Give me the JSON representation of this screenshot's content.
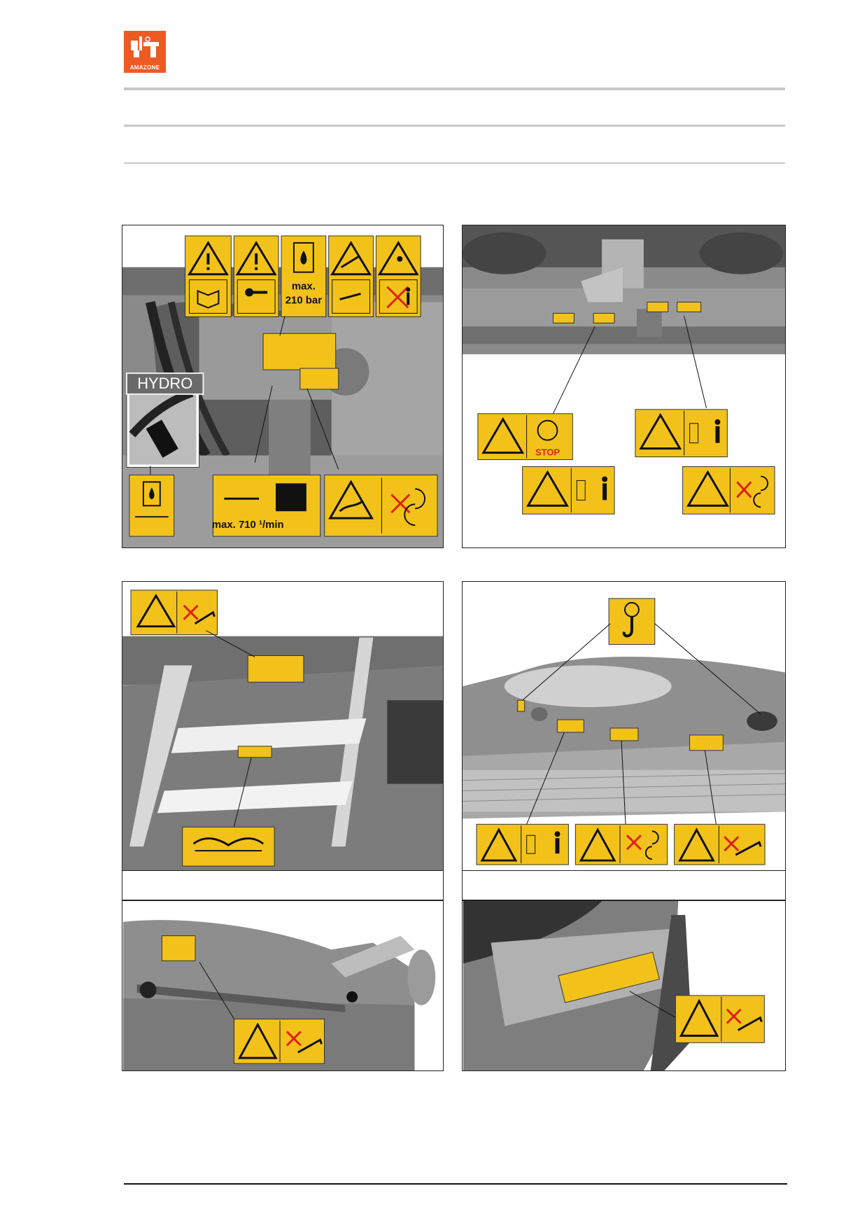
{
  "logo": {
    "brand": "AMAZONE",
    "color": "#ee5a24"
  },
  "panel_a": {
    "labels": {
      "pressure_1": "max.",
      "pressure_2": "210 bar",
      "hydro": "HYDRO",
      "speed": "max. 710 ¹/min"
    }
  },
  "panel_b": {
    "stop": "STOP"
  },
  "colors": {
    "sign_yellow": "#f2c21b",
    "frame": "#222222",
    "photo_grey": "#8e8e8e"
  }
}
